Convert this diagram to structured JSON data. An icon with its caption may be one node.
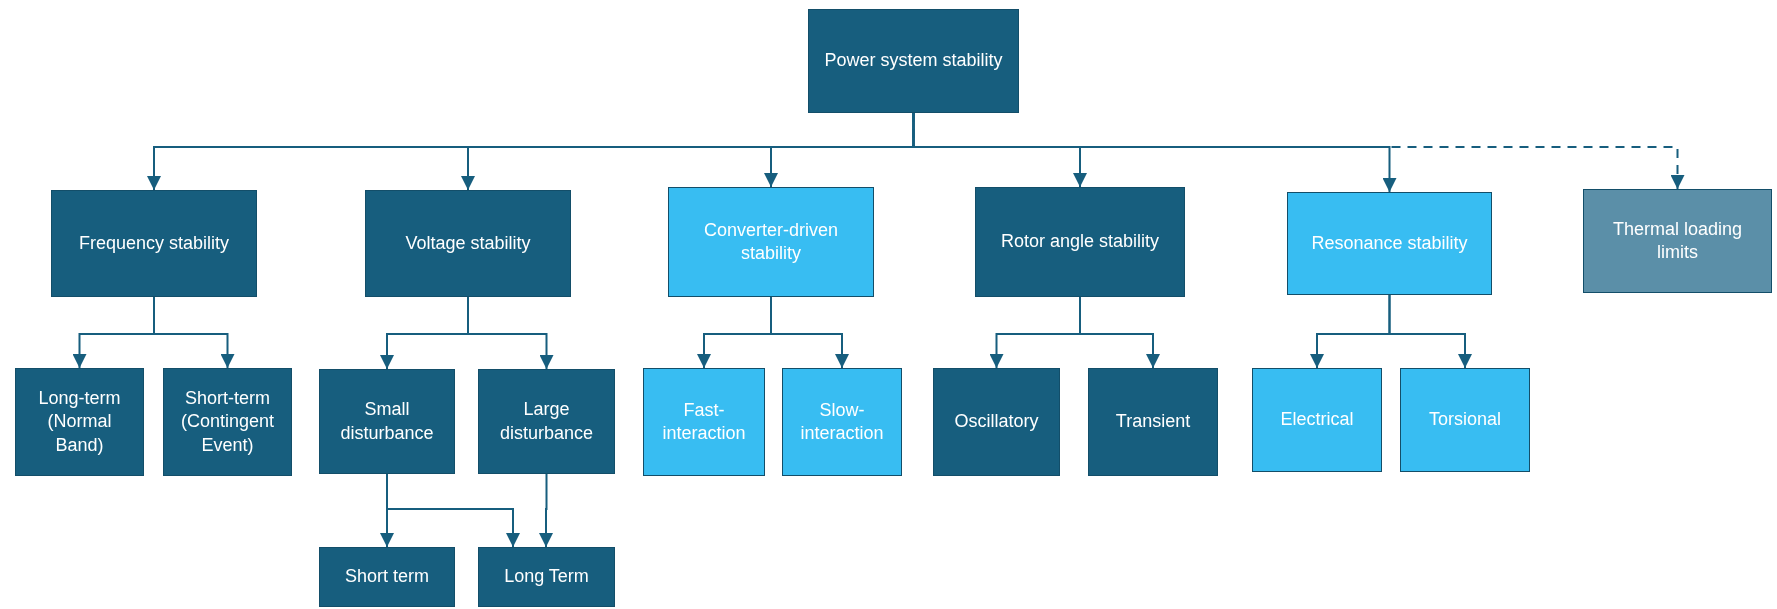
{
  "diagram": {
    "nodes": [
      {
        "text": [
          "Power system stability"
        ]
      },
      {
        "text": [
          "Frequency stability"
        ]
      },
      {
        "text": [
          "Voltage stability"
        ]
      },
      {
        "text": [
          "Converter-driven stability"
        ]
      },
      {
        "text": [
          "Rotor angle stability"
        ]
      },
      {
        "text": [
          "Resonance stability"
        ]
      },
      {
        "text": [
          "Thermal loading limits"
        ]
      },
      {
        "text": [
          "Long-term (Normal Band)"
        ]
      },
      {
        "text": [
          "Short-term (Contingent Event)"
        ]
      },
      {
        "text": [
          "Small disturbance"
        ]
      },
      {
        "text": [
          "Large disturbance"
        ]
      },
      {
        "text": [
          "Fast-interaction"
        ]
      },
      {
        "text": [
          "Slow-interaction"
        ]
      },
      {
        "text": [
          "Oscillatory"
        ]
      },
      {
        "text": [
          "Transient"
        ]
      },
      {
        "text": [
          "Electrical"
        ]
      },
      {
        "text": [
          "Torsional"
        ]
      },
      {
        "text": [
          "Short term"
        ]
      },
      {
        "text": [
          "Long Term"
        ]
      }
    ],
    "edges": [
      {
        "from": 0,
        "to": 1,
        "arrow": "to"
      },
      {
        "from": 0,
        "to": 2,
        "arrow": "to"
      },
      {
        "from": 0,
        "to": 3,
        "arrow": "to"
      },
      {
        "from": 0,
        "to": 4,
        "arrow": "to"
      },
      {
        "from": 0,
        "to": 5,
        "arrow": "to"
      },
      {
        "from": 0,
        "to": 6,
        "arrow": "to",
        "style": "dashed"
      },
      {
        "from": 1,
        "to": 7,
        "arrow": "to"
      },
      {
        "from": 1,
        "to": 8,
        "arrow": "to"
      },
      {
        "from": 2,
        "to": 9,
        "arrow": "to"
      },
      {
        "from": 2,
        "to": 10,
        "arrow": "to"
      },
      {
        "from": 3,
        "to": 11,
        "arrow": "to"
      },
      {
        "from": 3,
        "to": 12,
        "arrow": "to"
      },
      {
        "from": 4,
        "to": 13,
        "arrow": "to"
      },
      {
        "from": 4,
        "to": 14,
        "arrow": "to"
      },
      {
        "from": 5,
        "to": 15,
        "arrow": "to"
      },
      {
        "from": 5,
        "to": 16,
        "arrow": "to"
      },
      {
        "from": 9,
        "to": 17,
        "arrow": "to"
      },
      {
        "from": 9,
        "to": 18,
        "arrow": "to"
      },
      {
        "from": 10,
        "to": 18,
        "arrow": "to"
      }
    ]
  }
}
